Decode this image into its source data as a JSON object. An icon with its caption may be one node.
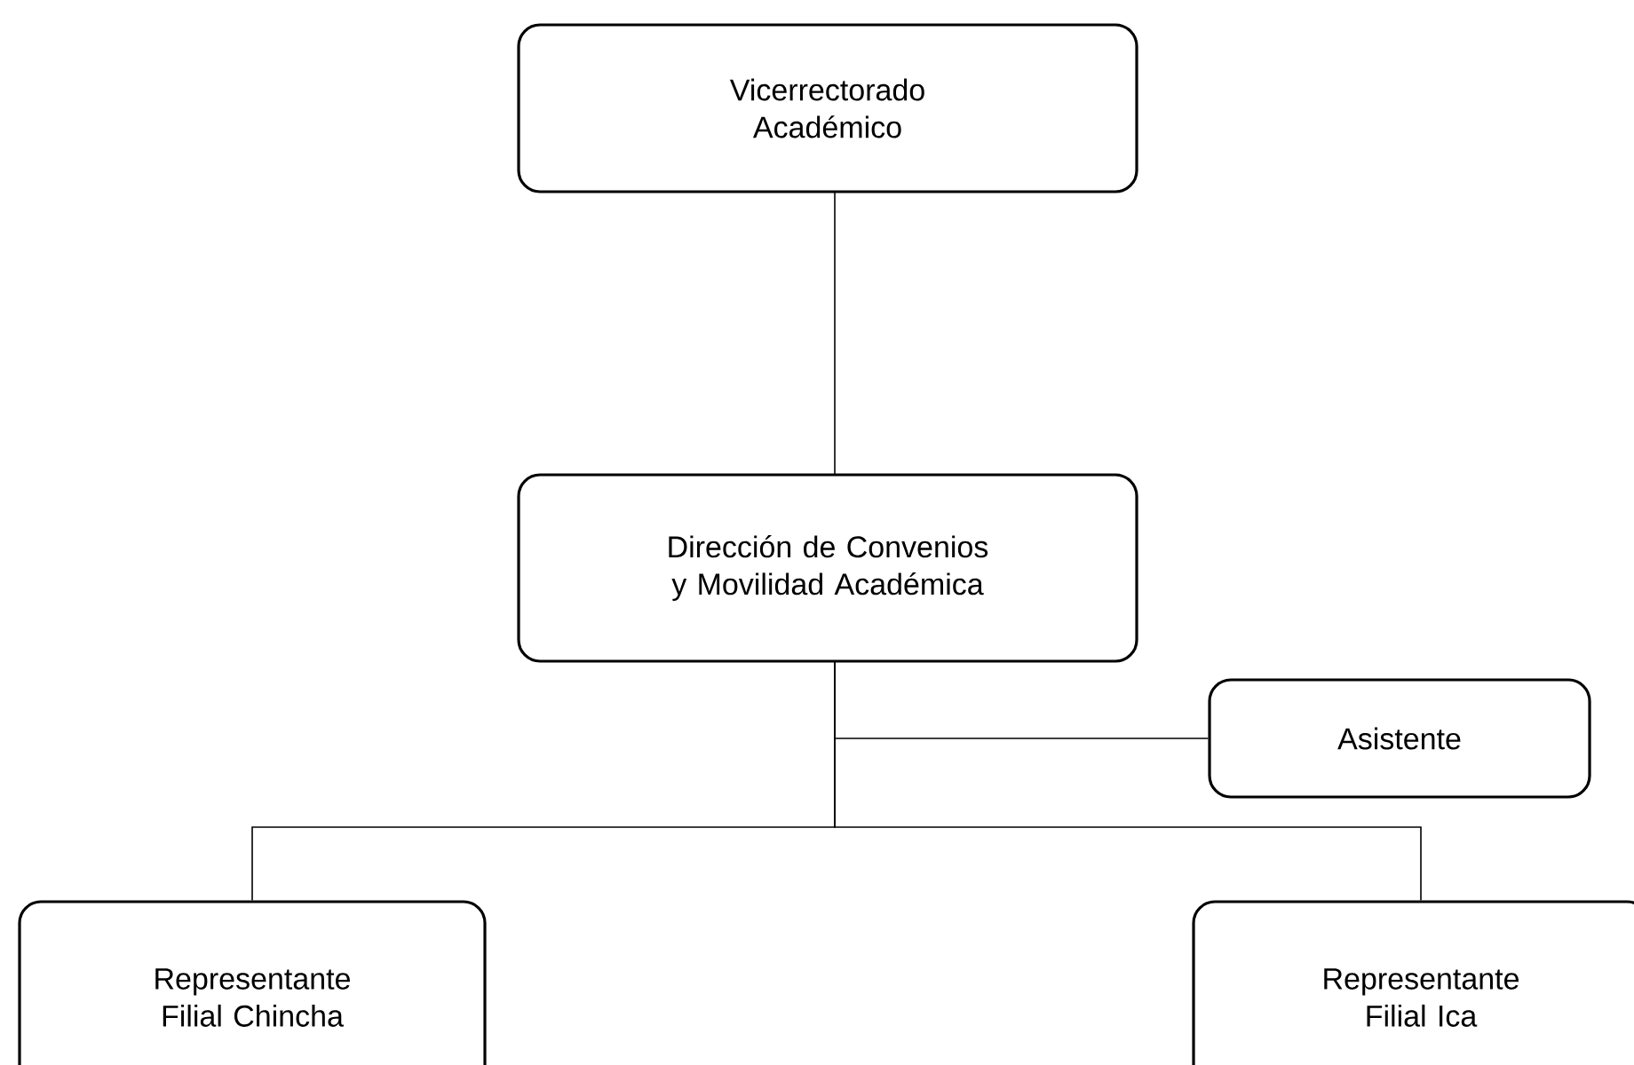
{
  "diagram": {
    "nodes": [
      {
        "text": [
          "Vicerrectorado Académico"
        ]
      },
      {
        "text": [
          "Dirección de Convenios y Movilidad Académica"
        ]
      },
      {
        "text": [
          "Asistente"
        ]
      },
      {
        "text": [
          "Representante Filial Chincha"
        ]
      },
      {
        "text": [
          "Representante Filial Ica"
        ]
      }
    ],
    "edges": [
      {
        "from": 0,
        "to": 1,
        "arrow": "none"
      },
      {
        "from": 1,
        "to": 2,
        "arrow": "none"
      },
      {
        "from": 1,
        "to": 3,
        "arrow": "none"
      },
      {
        "from": 1,
        "to": 4,
        "arrow": "none"
      }
    ]
  }
}
